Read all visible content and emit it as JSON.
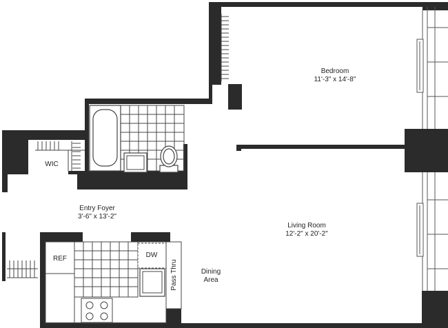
{
  "rooms": {
    "bedroom": {
      "name": "Bedroom",
      "dims": "11'-3\" x 14'-8\""
    },
    "living_room": {
      "name": "Living Room",
      "dims": "12'-2\" x 20'-2\""
    },
    "entry_foyer": {
      "name": "Entry Foyer",
      "dims": "3'-6\" x 13'-2\""
    },
    "dining_area": {
      "line1": "Dining",
      "line2": "Area"
    },
    "wic": {
      "name": "WIC"
    }
  },
  "fixtures": {
    "refrigerator": "REF",
    "dishwasher": "DW",
    "pass_thru": "Pass Thru"
  },
  "colors": {
    "wall": "#2b2b2b",
    "line": "#555555",
    "background": "#ffffff"
  }
}
